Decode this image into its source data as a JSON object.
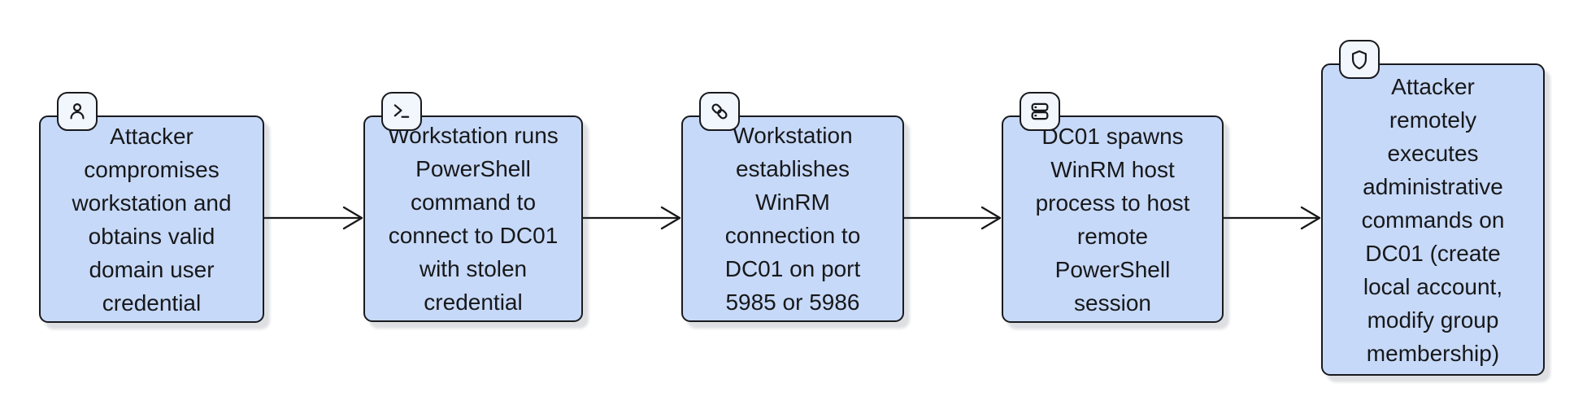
{
  "diagram": {
    "type": "flowchart",
    "direction": "left-to-right",
    "background_color": "#ffffff",
    "node_fill_color": "#c7d9f8",
    "node_border_color": "#191a1e",
    "badge_fill_color": "#f2f6fd",
    "text_color": "#17181a",
    "arrow_color": "#17181a",
    "nodes": [
      {
        "id": "step-1",
        "icon": "user-icon",
        "label": "Attacker\ncompromises\nworkstation and\nobtains valid\ndomain user\ncredential"
      },
      {
        "id": "step-2",
        "icon": "terminal-icon",
        "label": "Workstation runs\nPowerShell\ncommand to\nconnect to DC01\nwith stolen\ncredential"
      },
      {
        "id": "step-3",
        "icon": "link-icon",
        "label": "Workstation\nestablishes\nWinRM\nconnection to\nDC01 on port\n5985 or 5986"
      },
      {
        "id": "step-4",
        "icon": "server-icon",
        "label": "DC01 spawns\nWinRM host\nprocess to host\nremote\nPowerShell\nsession"
      },
      {
        "id": "step-5",
        "icon": "shield-icon",
        "label": "Attacker\nremotely\nexecutes\nadministrative\ncommands on\nDC01 (create\nlocal account,\nmodify group\nmembership)"
      }
    ],
    "edges": [
      {
        "from": "step-1",
        "to": "step-2"
      },
      {
        "from": "step-2",
        "to": "step-3"
      },
      {
        "from": "step-3",
        "to": "step-4"
      },
      {
        "from": "step-4",
        "to": "step-5"
      }
    ]
  }
}
